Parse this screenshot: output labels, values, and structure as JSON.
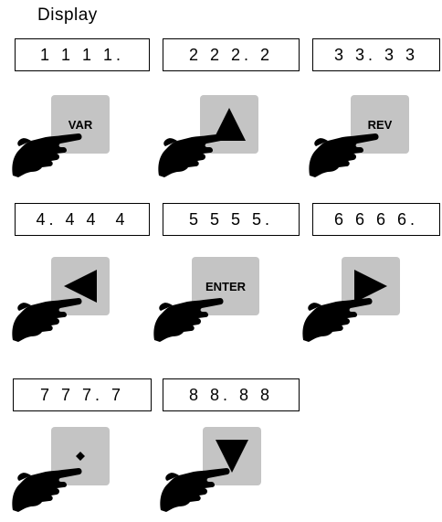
{
  "title": "Display",
  "displays": {
    "d1": "1 1 1 1.",
    "d2": "2 2 2. 2",
    "d3": "3 3. 3 3",
    "d4": "4. 4 4  4",
    "d5": "5 5 5 5.",
    "d6": "6 6 6 6.",
    "d7": "7 7 7. 7",
    "d8": "8 8. 8 8"
  },
  "keys": {
    "var": "VAR",
    "up": "up-triangle-icon",
    "rev": "REV",
    "left": "left-triangle-icon",
    "enter": "ENTER",
    "right": "right-triangle-icon",
    "dot": "dot-icon",
    "down": "down-triangle-icon"
  },
  "colors": {
    "key_bg": "#c4c4c4",
    "outline": "#000000"
  }
}
